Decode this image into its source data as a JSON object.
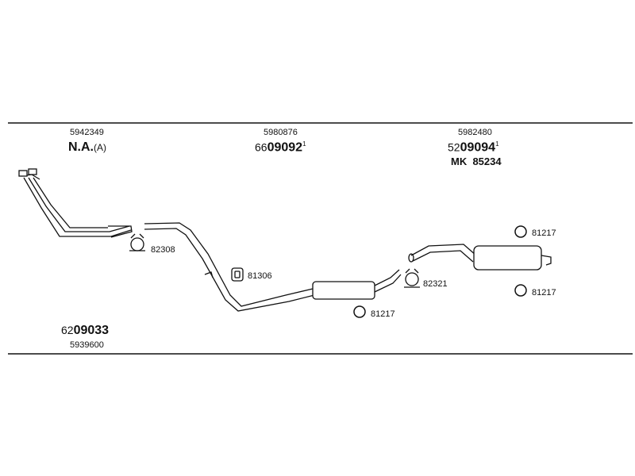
{
  "groups": [
    {
      "code": "5942349",
      "main": "N.A.",
      "suffix": "(A)"
    },
    {
      "code": "5980876",
      "prefix": "66",
      "main": "09092",
      "sup": "1"
    },
    {
      "code": "5982480",
      "prefix": "52",
      "main": "09094",
      "sup": "1",
      "extra": "MK  85234"
    }
  ],
  "footer": {
    "prefix": "62",
    "main": "09033",
    "code": "5939600"
  },
  "parts": {
    "clamp_a": "82308",
    "hanger_a": "81306",
    "ring_a": "81217",
    "clamp_b": "82321",
    "ring_b": "81217",
    "ring_c": "81217"
  }
}
